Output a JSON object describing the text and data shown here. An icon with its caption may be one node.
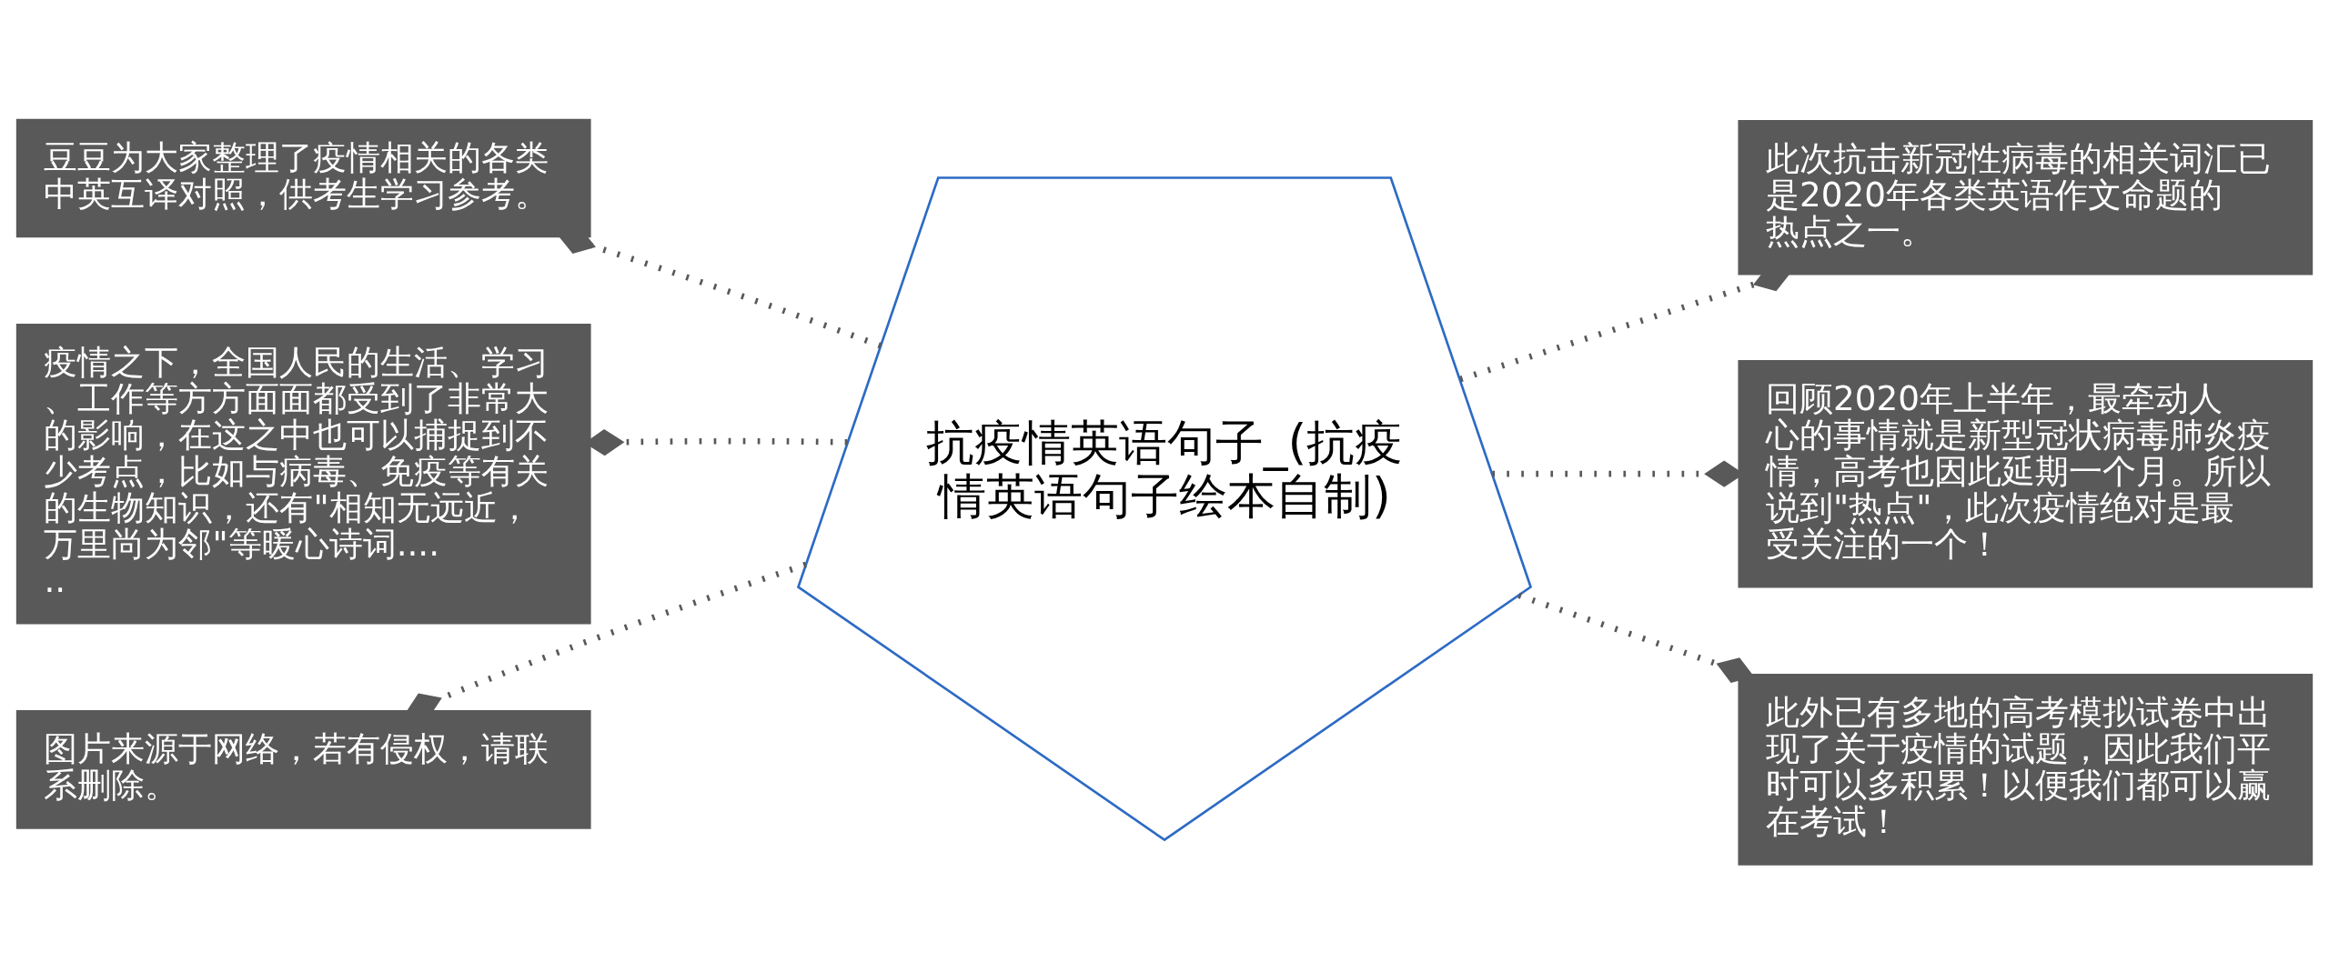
{
  "diagram": {
    "nodes": [
      {
        "text": [
          "抗疫情英语句子_(抗疫情英语句子绘本自制)"
        ]
      },
      {
        "text": [
          "豆豆为大家整理了疫情相关的各类中英互译对照，供考生学习参考。"
        ]
      },
      {
        "text": [
          "疫情之下，全国人民的生活、学习、工作等方方面面都受到了非常大的影响，在这之中也可以捕捉到不少考点，比如与病毒、免疫等有关的生物知识，还有\"相知无远近，万里尚为邻\"等暖心诗词......"
        ]
      },
      {
        "text": [
          "图片来源于网络，若有侵权，请联系删除。"
        ]
      },
      {
        "text": [
          "此次抗击新冠性病毒的相关词汇已是2020年各类英语作文命题的热点之一。"
        ]
      },
      {
        "text": [
          "回顾2020年上半年，最牵动人心的事情就是新型冠状病毒肺炎疫情，高考也因此延期一个月。所以说到\"热点\"，此次疫情绝对是最受关注的一个！"
        ]
      },
      {
        "text": [
          "此外已有多地的高考模拟试卷中出现了关于疫情的试题，因此我们平时可以多积累！以便我们都可以赢在考试！"
        ]
      }
    ],
    "edges": [
      {
        "from": 0,
        "to": 1,
        "arrow": "other"
      },
      {
        "from": 0,
        "to": 2,
        "arrow": "other"
      },
      {
        "from": 0,
        "to": 3,
        "arrow": "other"
      },
      {
        "from": 0,
        "to": 4,
        "arrow": "other"
      },
      {
        "from": 0,
        "to": 5,
        "arrow": "other"
      },
      {
        "from": 0,
        "to": 6,
        "arrow": "other"
      }
    ]
  }
}
